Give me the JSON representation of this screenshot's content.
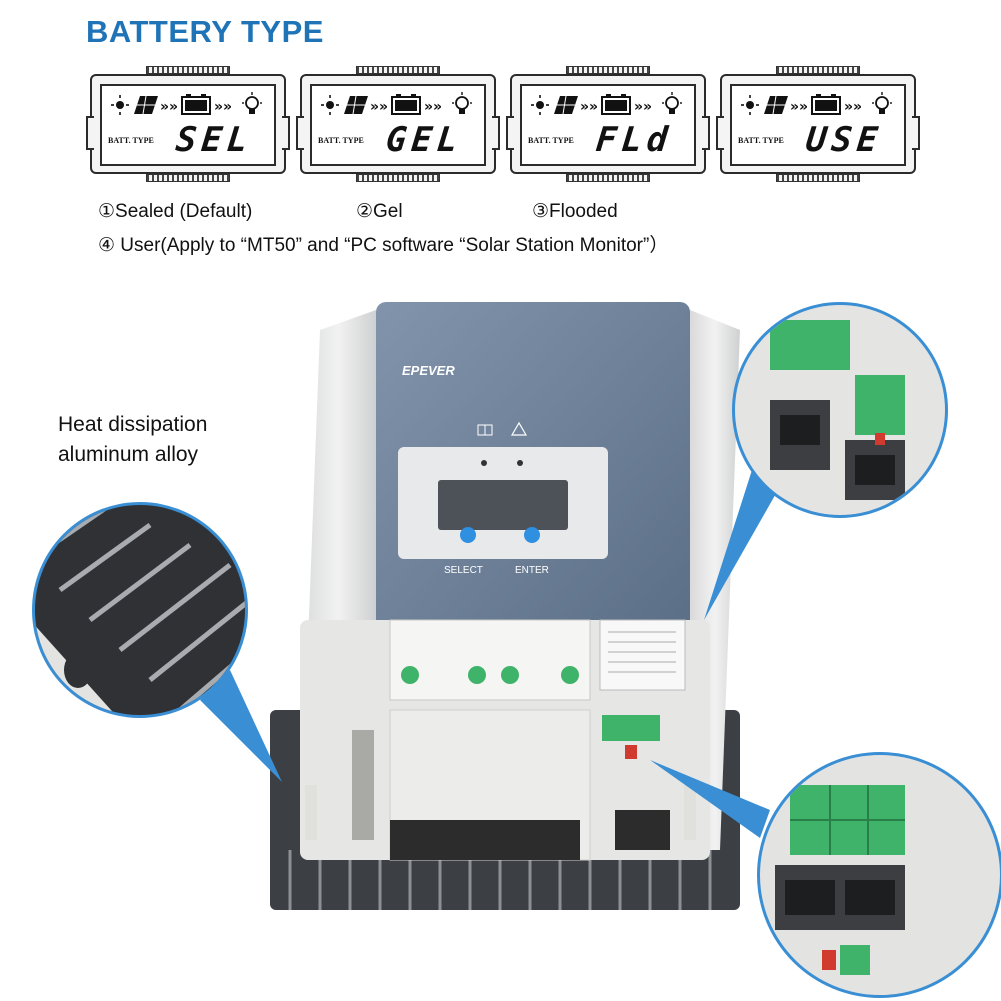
{
  "title": "BATTERY TYPE",
  "lcd_label": "BATT. TYPE",
  "battery_types": [
    {
      "code": "SEL"
    },
    {
      "code": "GEL"
    },
    {
      "code": "FLd"
    },
    {
      "code": "USE"
    }
  ],
  "captions": {
    "sealed": "①Sealed (Default)",
    "gel": "②Gel",
    "flooded": "③Flooded",
    "user": "④ User(Apply to “MT50” and “PC software “Solar Station Monitor”）"
  },
  "heat_label_line1": "Heat dissipation",
  "heat_label_line2": "aluminum alloy",
  "device": {
    "brand": "EPEVER",
    "button_select": "SELECT",
    "button_enter": "ENTER"
  },
  "colors": {
    "accent": "#1f73b7",
    "panel": "#6b7f97",
    "callout": "#3a8fd4",
    "terminal": "#3fb36a"
  }
}
